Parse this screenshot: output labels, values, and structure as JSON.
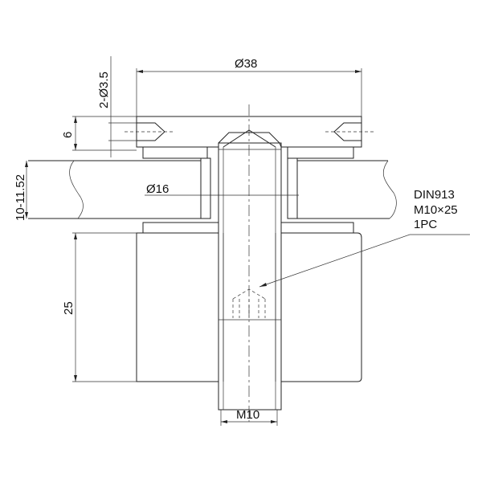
{
  "dimensions": {
    "outer_diameter": "Ø38",
    "hole_spec": "2-Ø3.5",
    "cap_thickness": "6",
    "glass_thickness": "10-11.52",
    "glass_hole_diameter": "Ø16",
    "base_height": "25",
    "thread": "M10"
  },
  "callout": {
    "line1": "DIN913",
    "line2": "M10×25",
    "line3": "1PC"
  }
}
